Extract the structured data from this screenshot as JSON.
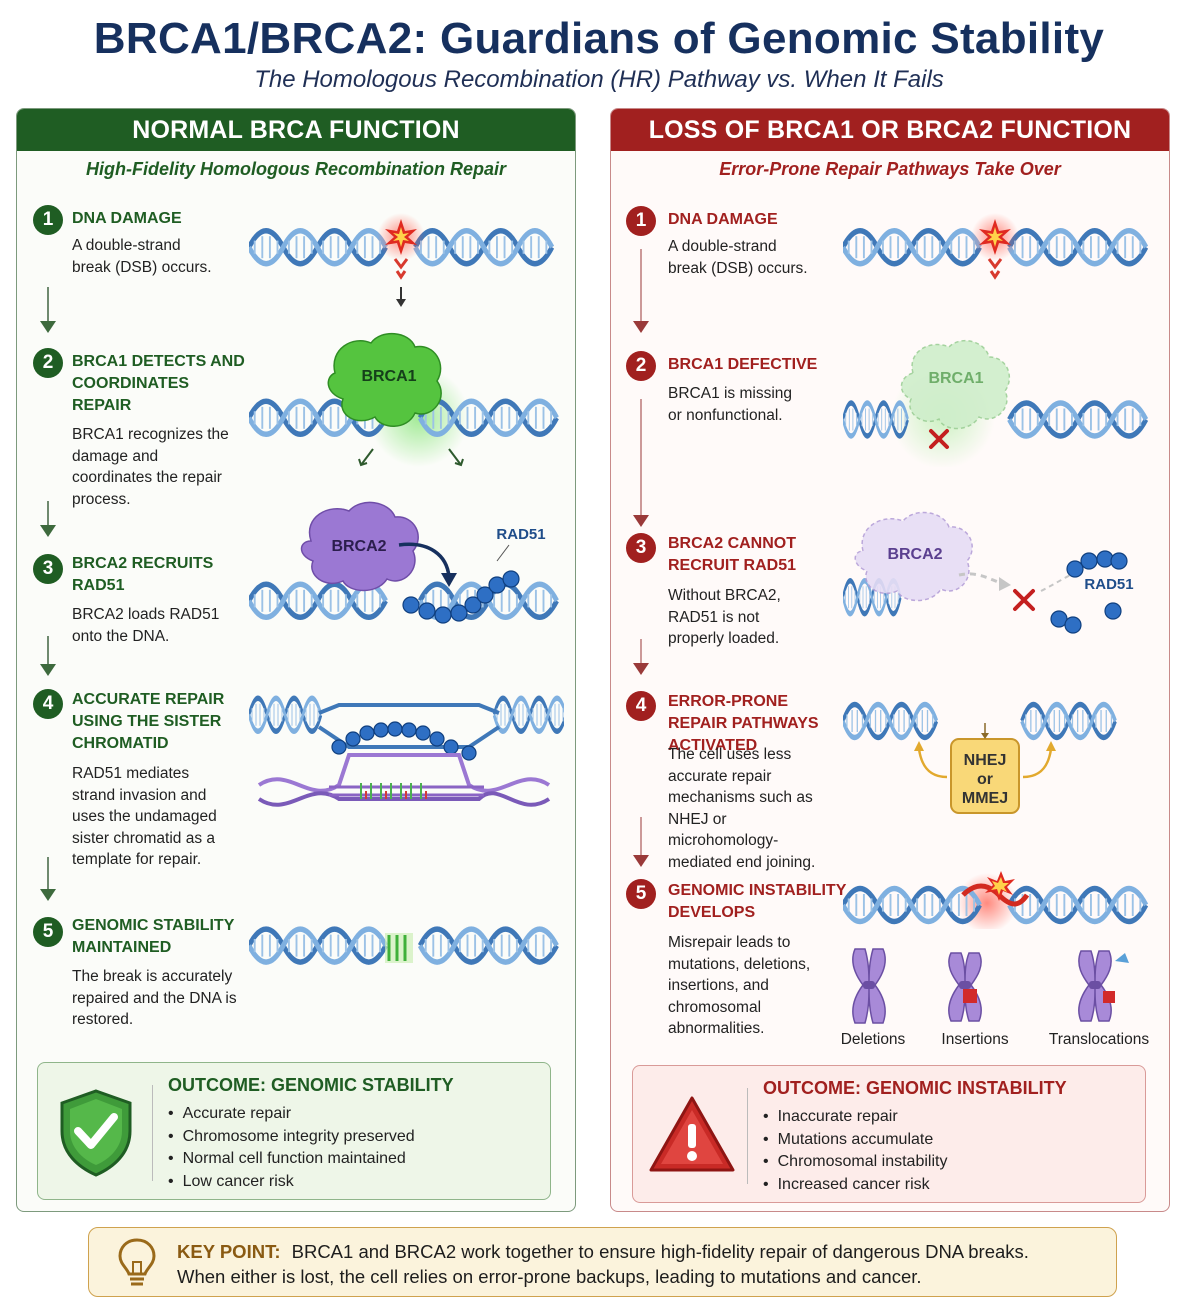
{
  "title": "BRCA1/BRCA2: Guardians of Genomic Stability",
  "subtitle": "The Homologous Recombination (HR) Pathway vs. When It Fails",
  "left_panel": {
    "header": "NORMAL BRCA FUNCTION",
    "subheader": "High-Fidelity Homologous Recombination Repair",
    "steps": [
      {
        "num": "1",
        "title": "DNA DAMAGE",
        "desc": "A double-strand break (DSB) occurs."
      },
      {
        "num": "2",
        "title": "BRCA1 DETECTS AND COORDINATES REPAIR",
        "desc": "BRCA1 recognizes the damage and coordinates the repair process."
      },
      {
        "num": "3",
        "title": "BRCA2 RECRUITS RAD51",
        "desc": "BRCA2 loads RAD51 onto the DNA."
      },
      {
        "num": "4",
        "title": "ACCURATE REPAIR USING THE SISTER CHROMATID",
        "desc": "RAD51 mediates strand invasion and uses the undamaged sister chromatid as a template for repair."
      },
      {
        "num": "5",
        "title": "GENOMIC STABILITY MAINTAINED",
        "desc": "The break is accurately repaired and the DNA is restored."
      }
    ],
    "art_labels": {
      "brca1": "BRCA1",
      "brca2": "BRCA2",
      "rad51": "RAD51"
    },
    "outcome": {
      "title": "OUTCOME: GENOMIC STABILITY",
      "items": [
        "Accurate repair",
        "Chromosome integrity preserved",
        "Normal cell function maintained",
        "Low cancer risk"
      ],
      "icon": "shield-check-icon"
    }
  },
  "right_panel": {
    "header": "LOSS OF BRCA1 OR BRCA2 FUNCTION",
    "subheader": "Error-Prone Repair Pathways Take Over",
    "steps": [
      {
        "num": "1",
        "title": "DNA DAMAGE",
        "desc": "A double-strand break (DSB) occurs."
      },
      {
        "num": "2",
        "title": "BRCA1 DEFECTIVE",
        "desc": "BRCA1 is missing or nonfunctional."
      },
      {
        "num": "3",
        "title": "BRCA2 CANNOT RECRUIT RAD51",
        "desc": "Without BRCA2, RAD51 is not properly loaded."
      },
      {
        "num": "4",
        "title": "ERROR-PRONE REPAIR PATHWAYS ACTIVATED",
        "desc": "The cell uses less accurate repair mechanisms such as NHEJ or microhomology-mediated end joining."
      },
      {
        "num": "5",
        "title": "GENOMIC INSTABILITY DEVELOPS",
        "desc": "Misrepair leads to mutations, deletions, insertions, and chromosomal abnormalities."
      }
    ],
    "art_labels": {
      "brca1": "BRCA1",
      "brca2": "BRCA2",
      "rad51": "RAD51",
      "nhej_line1": "NHEJ",
      "nhej_line2": "or",
      "nhej_line3": "MMEJ"
    },
    "chromosome_labels": [
      "Deletions",
      "Insertions",
      "Translocations"
    ],
    "outcome": {
      "title": "OUTCOME: GENOMIC INSTABILITY",
      "items": [
        "Inaccurate repair",
        "Mutations accumulate",
        "Chromosomal instability",
        "Increased cancer risk"
      ],
      "icon": "warning-triangle-icon"
    }
  },
  "key_point": {
    "label": "KEY POINT:",
    "text_line1": "BRCA1 and BRCA2 work together to ensure high-fidelity repair of dangerous DNA breaks.",
    "text_line2": "When either is lost, the cell relies on error-prone backups, leading to mutations and cancer.",
    "icon": "lightbulb-icon"
  },
  "colors": {
    "title": "#16305e",
    "normal": "#1f5d23",
    "loss": "#a1201f",
    "dna": "#3f78b8",
    "brca1": "#5cc74a",
    "brca2": "#9b78d3",
    "rad51": "#2e6fc4",
    "keypoint": "#8a5a12"
  }
}
